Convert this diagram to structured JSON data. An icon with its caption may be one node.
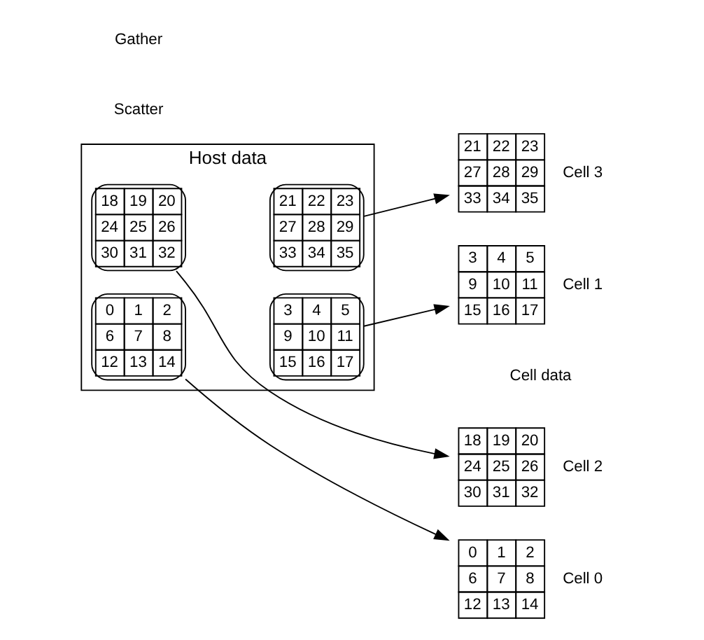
{
  "diagram": {
    "nodes": [
      {
        "text": [
          "Host data"
        ]
      },
      {
        "text": [
          "0",
          "1",
          "2",
          "6",
          "7",
          "8",
          "12",
          "13",
          "14"
        ],
        "in": 0
      },
      {
        "text": [
          "3",
          "4",
          "5",
          "9",
          "10",
          "11",
          "15",
          "16",
          "17"
        ],
        "in": 0
      },
      {
        "text": [
          "18",
          "19",
          "20",
          "24",
          "25",
          "26",
          "30",
          "31",
          "32"
        ],
        "in": 0
      },
      {
        "text": [
          "21",
          "22",
          "23",
          "27",
          "28",
          "29",
          "33",
          "34",
          "35"
        ],
        "in": 0
      },
      {
        "text": [
          "0",
          "1",
          "2",
          "6",
          "7",
          "8",
          "12",
          "13",
          "14"
        ],
        "beside": [
          "Cell 0"
        ]
      },
      {
        "text": [
          "3",
          "4",
          "5",
          "9",
          "10",
          "11",
          "15",
          "16",
          "17"
        ],
        "beside": [
          "Cell 1"
        ]
      },
      {
        "text": [
          "18",
          "19",
          "20",
          "24",
          "25",
          "26",
          "30",
          "31",
          "32"
        ],
        "beside": [
          "Cell 2"
        ]
      },
      {
        "text": [
          "21",
          "22",
          "23",
          "27",
          "28",
          "29",
          "33",
          "34",
          "35"
        ],
        "beside": [
          "Cell 3"
        ]
      }
    ],
    "edges": [
      {
        "from": 1,
        "to": 5,
        "arrow": "to"
      },
      {
        "from": 2,
        "to": 6,
        "arrow": "to"
      },
      {
        "from": 3,
        "to": 7,
        "arrow": "to"
      },
      {
        "from": 4,
        "to": 8,
        "arrow": "to"
      }
    ],
    "labels": [
      "Scatter",
      "Cell data",
      "Gather"
    ]
  }
}
